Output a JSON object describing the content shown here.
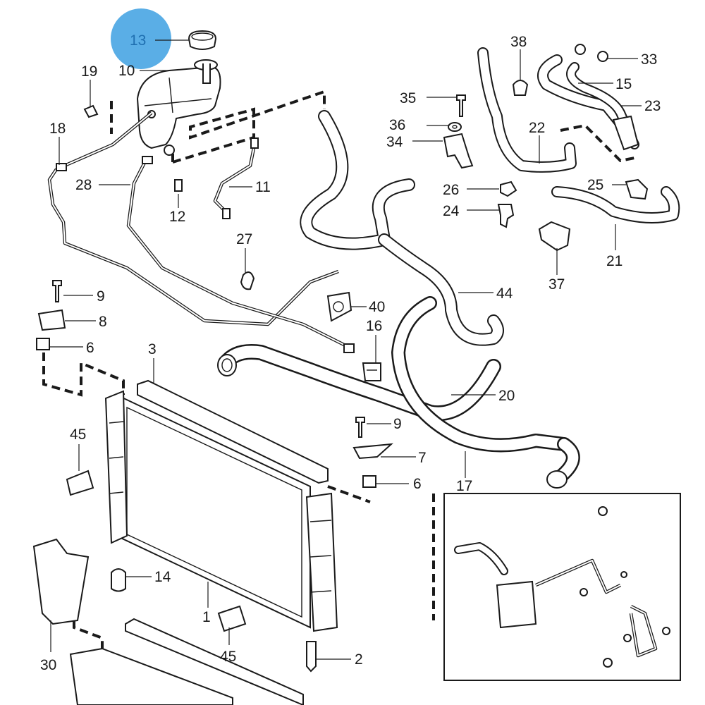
{
  "highlight": {
    "label": "13",
    "color": "#5aaee6",
    "text_color": "#1f6fb0"
  },
  "callouts": {
    "c13": "13",
    "c10": "10",
    "c19": "19",
    "c18": "18",
    "c28": "28",
    "c12": "12",
    "c11": "11",
    "c27": "27",
    "c9a": "9",
    "c8": "8",
    "c6a": "6",
    "c3": "3",
    "c40": "40",
    "c16": "16",
    "c44": "44",
    "c20": "20",
    "c9b": "9",
    "c7": "7",
    "c6b": "6",
    "c17": "17",
    "c45a": "45",
    "c14": "14",
    "c1": "1",
    "c45b": "45",
    "c2": "2",
    "c30": "30",
    "c38": "38",
    "c33": "33",
    "c15": "15",
    "c23": "23",
    "c35": "35",
    "c36": "36",
    "c34": "34",
    "c22": "22",
    "c26": "26",
    "c25": "25",
    "c24": "24",
    "c21": "21",
    "c37": "37"
  }
}
